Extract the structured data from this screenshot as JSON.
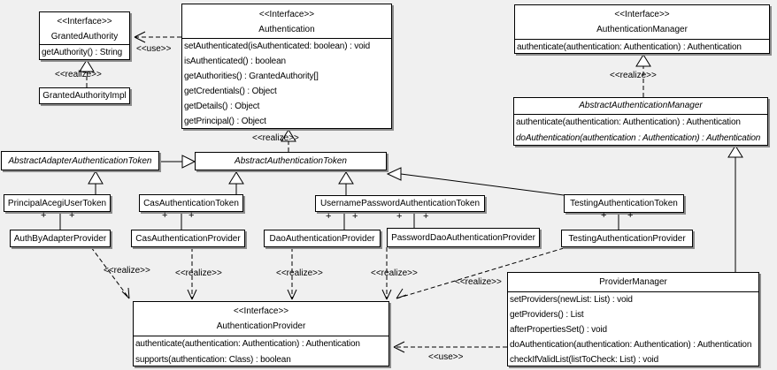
{
  "diagram": {
    "kind": "uml-class-diagram",
    "subject": "Acegi/Spring Security authentication classes"
  },
  "labels": {
    "use": "<<use>>",
    "realize": "<<realize>>",
    "plus": "+"
  },
  "stereotype_interface": "<<Interface>>",
  "colors": {
    "background": "#f0f0f0",
    "box_fill": "#ffffff",
    "line": "#000000",
    "shadow": "#8c8c8c"
  },
  "boxes": {
    "granted_authority": {
      "stereotype": "<<Interface>>",
      "name": "GrantedAuthority",
      "methods": [
        "getAuthority() : String"
      ]
    },
    "granted_authority_impl": {
      "name": "GrantedAuthorityImpl"
    },
    "authentication": {
      "stereotype": "<<Interface>>",
      "name": "Authentication",
      "methods": [
        "setAuthenticated(isAuthenticated: boolean) : void",
        "isAuthenticated() : boolean",
        "getAuthorities() : GrantedAuthority[]",
        "getCredentials() : Object",
        "getDetails() : Object",
        "getPrincipal() : Object"
      ]
    },
    "authentication_manager": {
      "stereotype": "<<Interface>>",
      "name": "AuthenticationManager",
      "methods": [
        "authenticate(authentication: Authentication) : Authentication"
      ]
    },
    "abstract_authentication_manager": {
      "name": "AbstractAuthenticationManager",
      "methods": [
        "authenticate(authentication: Authentication) : Authentication",
        "doAuthentication(authentication : Authentication) : Authentication"
      ]
    },
    "abstract_adapter_authentication_token": {
      "name": "AbstractAdapterAuthenticationToken"
    },
    "abstract_authentication_token": {
      "name": "AbstractAuthenticationToken"
    },
    "principal_acegi_user_token": {
      "name": "PrincipalAcegiUserToken"
    },
    "cas_authentication_token": {
      "name": "CasAuthenticationToken"
    },
    "username_password_authentication_token": {
      "name": "UsernamePasswordAuthenticationToken"
    },
    "testing_authentication_token": {
      "name": "TestingAuthenticationToken"
    },
    "auth_by_adapter_provider": {
      "name": "AuthByAdapterProvider"
    },
    "cas_authentication_provider": {
      "name": "CasAuthenticationProvider"
    },
    "dao_authentication_provider": {
      "name": "DaoAuthenticationProvider"
    },
    "password_dao_authentication_provider": {
      "name": "PasswordDaoAuthenticationProvider"
    },
    "testing_authentication_provider": {
      "name": "TestingAuthenticationProvider"
    },
    "authentication_provider": {
      "stereotype": "<<Interface>>",
      "name": "AuthenticationProvider",
      "methods": [
        "authenticate(authentication: Authentication) : Authentication",
        "supports(authentication: Class) : boolean"
      ]
    },
    "provider_manager": {
      "name": "ProviderManager",
      "methods": [
        "setProviders(newList: List) : void",
        "getProviders() : List",
        "afterPropertiesSet() : void",
        "doAuthentication(authentication: Authentication) : Authentication",
        "checkIfValidList(listToCheck: List) : void"
      ]
    }
  }
}
